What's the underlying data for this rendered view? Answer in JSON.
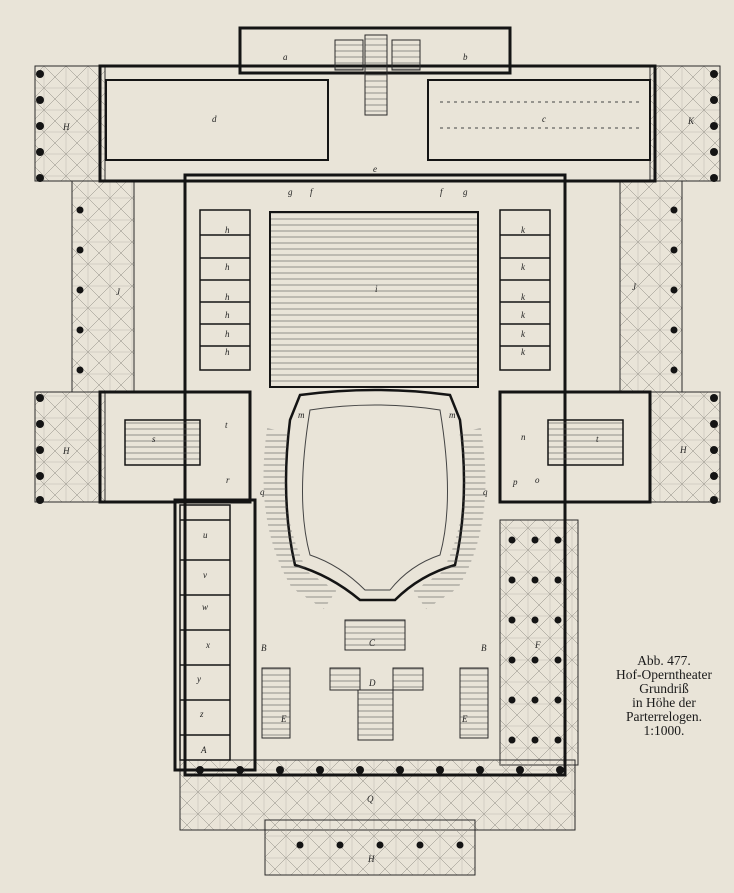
{
  "caption": {
    "figure": "Abb. 477.",
    "building": "Hof-Operntheater",
    "type": "Grundriß",
    "level": "in Höhe der",
    "level2": "Parterrelogen.",
    "scale": "1:1000."
  },
  "labels": {
    "a": "a",
    "b": "b",
    "c": "c",
    "d": "d",
    "e": "e",
    "f": "f",
    "g": "g",
    "h": "h",
    "i": "i",
    "k": "k",
    "m": "m",
    "n": "n",
    "o": "o",
    "p": "p",
    "q": "q",
    "r": "r",
    "s": "s",
    "t": "t",
    "u": "u",
    "v": "v",
    "w": "w",
    "x": "x",
    "y": "y",
    "z": "z",
    "A": "A",
    "B": "B",
    "C": "C",
    "D": "D",
    "E": "E",
    "F": "F",
    "H": "H",
    "J": "J",
    "K": "K",
    "Q": "Q"
  },
  "colors": {
    "background": "#e9e4d8",
    "wall": "#141414",
    "line": "#2a2a2a",
    "hatch": "#8c8880"
  }
}
